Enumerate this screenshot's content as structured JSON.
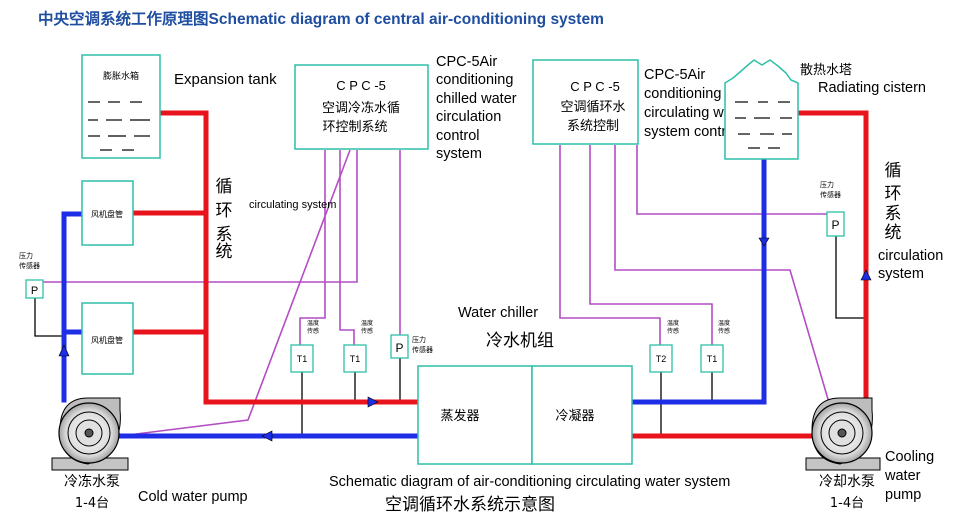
{
  "header": {
    "title_cn": "中央空调系统工作原理图",
    "title_en": "Schematic diagram of central air-conditioning system"
  },
  "colors": {
    "hot": "#e8141c",
    "cold": "#1e2ee6",
    "control": "#b44dc4",
    "box": "#2fbfa8",
    "title": "#1f4ea1",
    "text": "#000000"
  },
  "components": {
    "expansion_tank": {
      "cn": "膨胀水箱",
      "en": "Expansion tank"
    },
    "fan_coil": "风机盘管",
    "loop_left": {
      "cn": [
        "循",
        "环",
        "系",
        "统"
      ],
      "en": "circulating system"
    },
    "chilled_ctrl": {
      "line1": "C P C -5",
      "line2": "空调冷冻水循",
      "line3": "环控制系统",
      "en": [
        "CPC-5Air",
        "conditioning",
        "chilled water",
        "circulation",
        "control",
        "system"
      ]
    },
    "cooling_ctrl": {
      "line1": "C P C -5",
      "line2": "空调循环水",
      "line3": "系统控制",
      "en": [
        "CPC-5Air",
        "conditioning",
        "circulating water",
        "system control"
      ]
    },
    "cooling_tower": {
      "cn": "散热水塔",
      "en": "Radiating cistern"
    },
    "loop_right": {
      "cn": [
        "循",
        "环",
        "系",
        "统"
      ],
      "en": [
        "circulation",
        "system"
      ]
    },
    "pressure_sensor": {
      "label": [
        "压力",
        "传感器"
      ],
      "symbol": "P"
    },
    "temp_sensor": {
      "label": [
        "温度",
        "传感"
      ]
    },
    "sensor_t1": "T1",
    "sensor_t2": "T2",
    "chiller": {
      "cn": "冷水机组",
      "en": "Water chiller"
    },
    "evaporator": "蒸发器",
    "condenser": "冷凝器",
    "cold_pump": {
      "cn": [
        "冷冻水泵",
        "1-4台"
      ],
      "en": "Cold water pump"
    },
    "cooling_pump": {
      "cn": [
        "冷却水泵",
        "1-4台"
      ],
      "en": [
        "Cooling",
        "water",
        "pump"
      ]
    },
    "footer": {
      "en": "Schematic diagram of air-conditioning circulating water system",
      "cn": "空调循环水系统示意图"
    }
  }
}
